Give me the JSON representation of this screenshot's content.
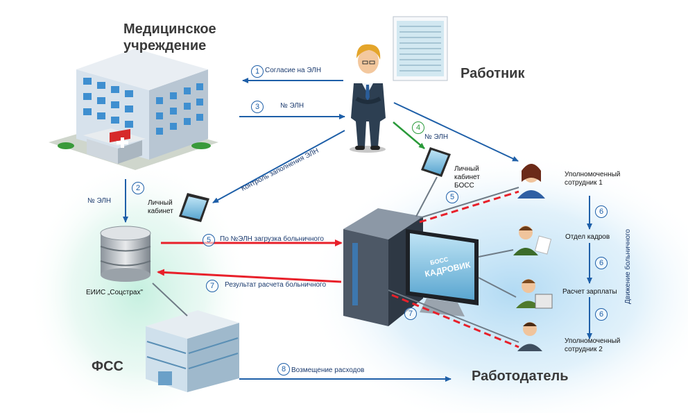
{
  "titles": {
    "medical": "Медицинское\nучреждение",
    "worker": "Работник",
    "fss": "ФСС",
    "employer": "Работодатель"
  },
  "labels": {
    "consent": "Согласие на ЭЛН",
    "eln_no_1": "№ ЭЛН",
    "eln_no_2": "№ ЭЛН",
    "eln_no_3": "№ ЭЛН",
    "control": "Контроль заполнения ЭЛН",
    "personal_cabinet": "Личный\nкабинет",
    "personal_cabinet_boss": "Личный\nкабинет\nБОСС",
    "upload": "По №ЭЛН загрузка больничного",
    "result": "Результат расчета больничного",
    "eiis": "ЕИИС „Соцстрах\"",
    "reimburse": "Возмещение расходов",
    "authorized_1": "Уполномоченный\nсотрудник 1",
    "hr_department": "Отдел кадров",
    "payroll": "Расчет зарплаты",
    "authorized_2": "Уполномоченный\nсотрудник 2",
    "sick_flow": "Движение больничного",
    "monitor_brand_top": "БОСС",
    "monitor_brand": "КАДРОВИК"
  },
  "steps": {
    "s1": "1",
    "s2": "2",
    "s3": "3",
    "s4": "4",
    "s5a": "5",
    "s5b": "5",
    "s6a": "6",
    "s6b": "6",
    "s6c": "6",
    "s7a": "7",
    "s7b": "7",
    "s8": "8"
  },
  "colors": {
    "blue_arrow": "#1e5fa8",
    "red_arrow": "#e8202a",
    "green_arrow": "#2a9a3a",
    "red_dash": "#e8202a"
  }
}
